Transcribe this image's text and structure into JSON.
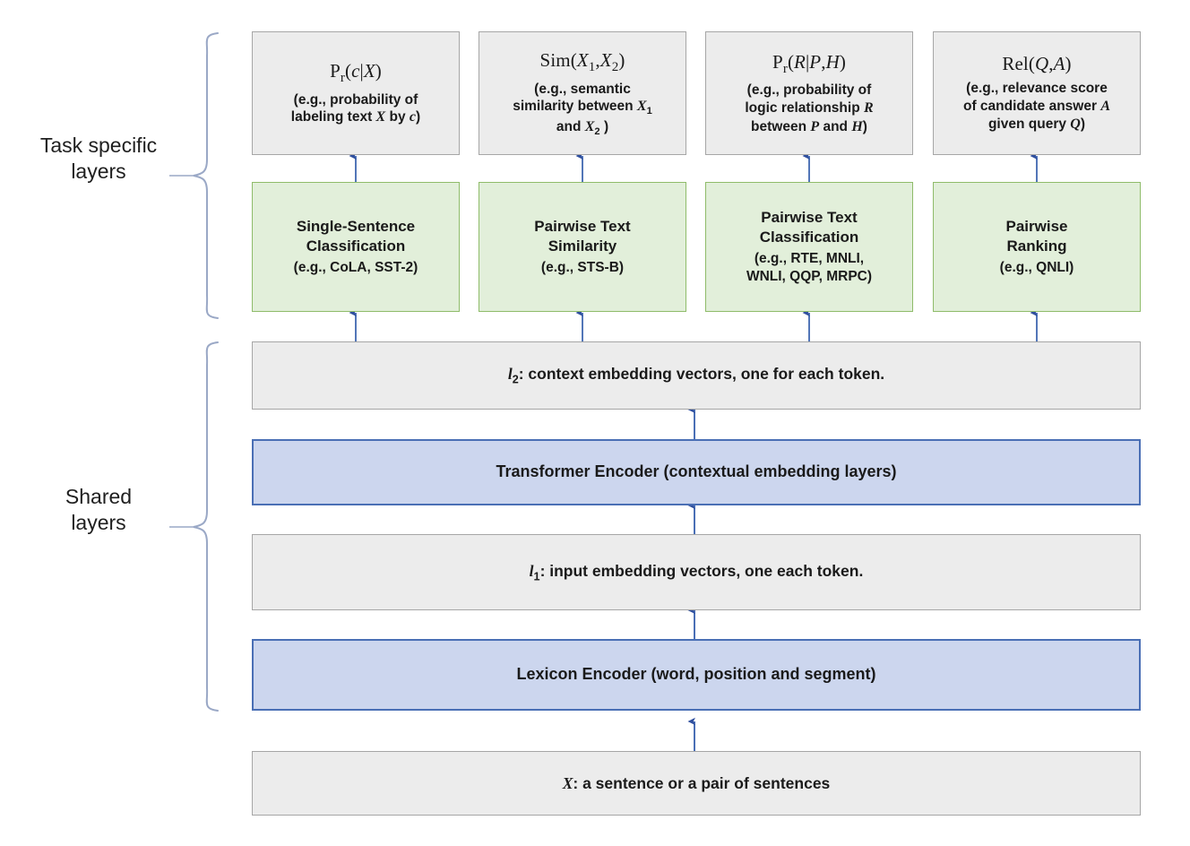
{
  "figure": {
    "type": "architecture-diagram",
    "title": "Multi-Task Deep Neural Network (MT-DNN) architecture"
  },
  "colors": {
    "gray_fill": "#ececec",
    "gray_border": "#a6a6a6",
    "green_fill": "#e2efda",
    "green_border": "#8fbc6a",
    "blue_fill": "#ccd6ee",
    "blue_border": "#4a6fb5",
    "arrow": "#2f4f9e",
    "brace": "#9aa8c6"
  },
  "side_labels": {
    "task_specific": "Task specific\nlayers",
    "task_specific_line1": "Task specific",
    "task_specific_line2": "layers",
    "shared_line1": "Shared",
    "shared_line2": "layers"
  },
  "outputs": [
    {
      "formula": "Pᵣ(c|X)",
      "formula_html": "P<sub>r</sub>(<i>c</i>|<i>X</i>)",
      "description": "(e.g., probability of labeling text X by c)",
      "lines": [
        "(e.g., probability of",
        "labeling text X by c)"
      ]
    },
    {
      "formula": "Sim(X₁, X₂)",
      "formula_html": "Sim(<i>X</i><sub>1</sub>, <i>X</i><sub>2</sub>)",
      "description": "(e.g., semantic similarity between X₁ and X₂ )",
      "lines": [
        "(e.g., semantic",
        "similarity between X",
        "and X₂ )"
      ]
    },
    {
      "formula": "Pᵣ(R|P, H)",
      "formula_html": "P<sub>r</sub>(<i>R</i>|<i>P</i>, <i>H</i>)",
      "description": "(e.g., probability of logic relationship R between P and H)",
      "lines": [
        "(e.g., probability of",
        "logic relationship R",
        "between P and H)"
      ]
    },
    {
      "formula": "Rel(Q, A)",
      "formula_html": "Rel(<i>Q</i>, <i>A</i>)",
      "description": "(e.g., relevance score of candidate answer A given query Q)",
      "lines": [
        "(e.g., relevance score",
        "of candidate answer A",
        "given query Q)"
      ]
    }
  ],
  "tasks": [
    {
      "title_line1": "Single-Sentence",
      "title_line2": "Classification",
      "examples": "(e.g., CoLA, SST-2)",
      "examples_lines": [
        "(e.g., CoLA, SST-2)"
      ]
    },
    {
      "title_line1": "Pairwise Text",
      "title_line2": "Similarity",
      "examples": "(e.g., STS-B)",
      "examples_lines": [
        "(e.g., STS-B)"
      ]
    },
    {
      "title_line1": "Pairwise Text",
      "title_line2": "Classification",
      "examples": "(e.g., RTE, MNLI, WNLI, QQP, MRPC)",
      "examples_lines": [
        "(e.g., RTE, MNLI,",
        "WNLI, QQP, MRPC)"
      ]
    },
    {
      "title_line1": "Pairwise",
      "title_line2": "Ranking",
      "examples": "(e.g., QNLI)",
      "examples_lines": [
        "(e.g., QNLI)"
      ]
    }
  ],
  "shared_bars": {
    "l2": {
      "symbol": "l₂",
      "text": ": context embedding vectors, one for each token.",
      "full": "l₂: context embedding vectors, one for each token."
    },
    "transformer": {
      "text": "Transformer Encoder (contextual embedding layers)"
    },
    "l1": {
      "symbol": "l₁",
      "text": ": input embedding vectors, one each token.",
      "full": "l₁: input embedding vectors, one each token."
    },
    "lexicon": {
      "text": "Lexicon Encoder (word, position and segment)"
    },
    "input": {
      "symbol": "X",
      "text": ": a sentence or a pair of sentences",
      "full": "X: a sentence or a pair of sentences"
    }
  }
}
